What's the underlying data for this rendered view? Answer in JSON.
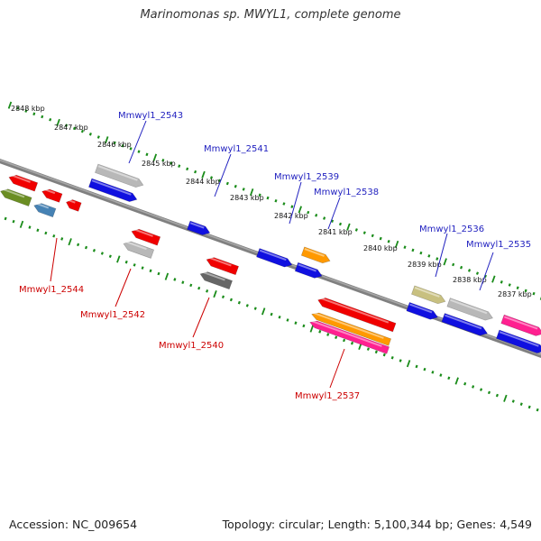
{
  "title": "Marinomonas sp. MWYL1, complete genome",
  "footer": {
    "accession": "Accession: NC_009654",
    "stats": "Topology: circular; Length: 5,100,344 bp; Genes: 4,549"
  },
  "kbp_labels": [
    "2848 kbp",
    "2847 kbp",
    "2846 kbp",
    "2845 kbp",
    "2844 kbp",
    "2843 kbp",
    "2842 kbp",
    "2841 kbp",
    "2840 kbp",
    "2839 kbp",
    "2838 kbp",
    "2837 kbp"
  ],
  "gene_labels": {
    "forward": [
      "Mmwyl1_2543",
      "Mmwyl1_2541",
      "Mmwyl1_2539",
      "Mmwyl1_2538",
      "Mmwyl1_2536",
      "Mmwyl1_2535"
    ],
    "reverse": [
      "Mmwyl1_2544",
      "Mmwyl1_2542",
      "Mmwyl1_2540",
      "Mmwyl1_2537"
    ]
  },
  "colors": {
    "backbone": "#808080",
    "tick": "#1a8c1a",
    "forward_label": "#1f1fbf",
    "reverse_label": "#cc0000",
    "blue": "#1010e0",
    "gray": "#b8b8b8",
    "dark_gray": "#666666",
    "red": "#f00000",
    "orange": "#ff9900",
    "magenta": "#ff2090",
    "olive": "#c8c080",
    "green": "#6b8e23",
    "steel": "#4682b4"
  }
}
